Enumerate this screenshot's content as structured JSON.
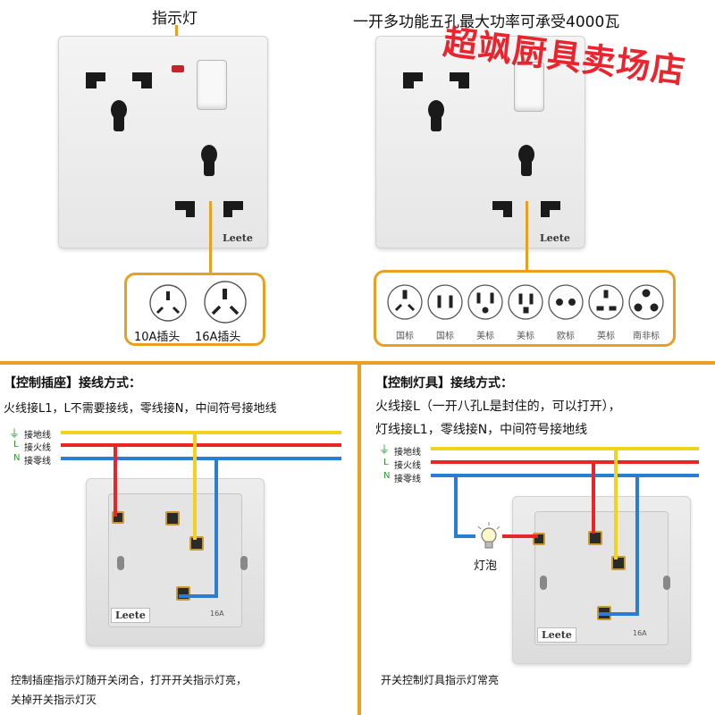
{
  "top": {
    "indicator_label": "指示灯",
    "headline": "一开多功能五孔最大功率可承受4000瓦",
    "brand": "Leete",
    "watermark": "超飒厨具卖场店"
  },
  "left_box": {
    "labels": [
      "10A插头",
      "16A插头"
    ]
  },
  "right_box": {
    "labels": [
      "国标",
      "国标",
      "美标",
      "美标",
      "欧标",
      "英标",
      "南非标"
    ]
  },
  "left_section": {
    "title": "【控制插座】接线方式：",
    "line1": "火线接L1，L不需要接线，零线接N，中间符号接地线",
    "legend": [
      "接地线",
      "接火线",
      "接零线"
    ],
    "legend_letters": [
      "L",
      "N"
    ],
    "rear_brand": "Leete",
    "rear_rating": "16A",
    "note1": "控制插座指示灯随开关闭合，打开开关指示灯亮，",
    "note2": "关掉开关指示灯灭"
  },
  "right_section": {
    "title": "【控制灯具】接线方式：",
    "line1": "火线接L（一开八孔L是封住的，可以打开），",
    "line2": "灯线接L1，零线接N，中间符号接地线",
    "legend": [
      "接地线",
      "接火线",
      "接零线"
    ],
    "legend_letters": [
      "L",
      "N"
    ],
    "bulb_label": "灯泡",
    "rear_brand": "Leete",
    "rear_rating": "16A",
    "note1": "开关控制灯具指示灯常亮"
  },
  "colors": {
    "accent": "#e8a020",
    "ground": "#f2d21b",
    "live": "#e8262a",
    "neutral": "#2a7ed0",
    "watermark": "#e8141e"
  }
}
